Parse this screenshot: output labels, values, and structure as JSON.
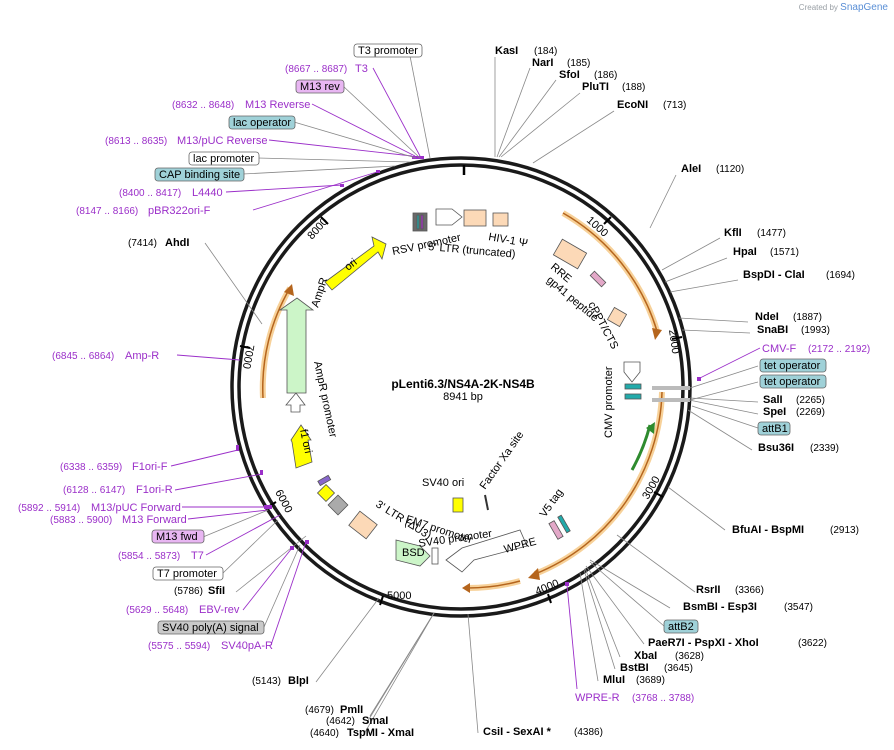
{
  "branding": {
    "created_by": "Created by",
    "product": "SnapGene"
  },
  "plasmid": {
    "name": "pLenti6.3/NS4A-2K-NS4B",
    "size": "8941 bp",
    "total_bp": 8941
  },
  "ticks": [
    "1000",
    "2000",
    "3000",
    "4000",
    "5000",
    "6000",
    "7000",
    "8000"
  ],
  "colors": {
    "backbone": "#1a1a1a",
    "primer": "#9b2fc9",
    "ltr": "#fcd9b7",
    "ori": "#ffff00",
    "ampr": "#ccf5c8",
    "cmv": "#ffffff",
    "orf_halo": "#f5c67f"
  },
  "enzymes": [
    {
      "name": "KasI",
      "pos": "(184)"
    },
    {
      "name": "NarI",
      "pos": "(185)"
    },
    {
      "name": "SfoI",
      "pos": "(186)"
    },
    {
      "name": "PluTI",
      "pos": "(188)"
    },
    {
      "name": "EcoNI",
      "pos": "(713)"
    },
    {
      "name": "AleI",
      "pos": "(1120)"
    },
    {
      "name": "KflI",
      "pos": "(1477)"
    },
    {
      "name": "HpaI",
      "pos": "(1571)"
    },
    {
      "name": "BspDI  - ClaI",
      "pos": "(1694)"
    },
    {
      "name": "NdeI",
      "pos": "(1887)"
    },
    {
      "name": "SnaBI",
      "pos": "(1993)"
    },
    {
      "name": "SalI",
      "pos": "(2265)"
    },
    {
      "name": "SpeI",
      "pos": "(2269)"
    },
    {
      "name": "Bsu36I",
      "pos": "(2339)"
    },
    {
      "name": "BfuAI  - BspMI",
      "pos": "(2913)"
    },
    {
      "name": "RsrII",
      "pos": "(3366)"
    },
    {
      "name": "BsmBI  - Esp3I",
      "pos": "(3547)"
    },
    {
      "name": "PaeR7I  - PspXI  - XhoI",
      "pos": "(3622)"
    },
    {
      "name": "XbaI",
      "pos": "(3628)"
    },
    {
      "name": "BstBI",
      "pos": "(3645)"
    },
    {
      "name": "MluI",
      "pos": "(3689)"
    },
    {
      "name": "CsiI  - SexAI *",
      "pos": "(4386)"
    },
    {
      "name": "PmlI",
      "pos": "(4679)"
    },
    {
      "name": "SmaI",
      "pos": "(4642)"
    },
    {
      "name": "TspMI  - XmaI",
      "pos": "(4640)"
    },
    {
      "name": "BlpI",
      "pos": "(5143)"
    },
    {
      "name": "SfiI",
      "pos": "(5786)"
    },
    {
      "name": "AhdI",
      "pos": "(7414)"
    }
  ],
  "primers": [
    {
      "name": "T3",
      "pos": "(8667 .. 8687)"
    },
    {
      "name": "M13 Reverse",
      "pos": "(8632 .. 8648)"
    },
    {
      "name": "M13/pUC Reverse",
      "pos": "(8613 .. 8635)"
    },
    {
      "name": "L4440",
      "pos": "(8400 .. 8417)"
    },
    {
      "name": "pBR322ori-F",
      "pos": "(8147 .. 8166)"
    },
    {
      "name": "Amp-R",
      "pos": "(6845 .. 6864)"
    },
    {
      "name": "F1ori-F",
      "pos": "(6338 .. 6359)"
    },
    {
      "name": "F1ori-R",
      "pos": "(6128 .. 6147)"
    },
    {
      "name": "M13/pUC Forward",
      "pos": "(5892 .. 5914)"
    },
    {
      "name": "M13 Forward",
      "pos": "(5883 .. 5900)"
    },
    {
      "name": "T7",
      "pos": "(5854 .. 5873)"
    },
    {
      "name": "EBV-rev",
      "pos": "(5629 .. 5648)"
    },
    {
      "name": "SV40pA-R",
      "pos": "(5575 .. 5594)"
    },
    {
      "name": "CMV-F",
      "pos": "(2172 .. 2192)"
    },
    {
      "name": "WPRE-R",
      "pos": "(3768 .. 3788)"
    }
  ],
  "boxed_features": [
    "T3 promoter",
    "M13 rev",
    "lac operator",
    "lac promoter",
    "CAP binding site",
    "tet operator",
    "tet operator",
    "attB1",
    "attB2",
    "M13 fwd",
    "T7 promoter",
    "SV40 poly(A) signal"
  ],
  "inner_features": [
    "RSV promoter",
    "5' LTR (truncated)",
    "HIV-1 Ψ",
    "RRE",
    "gp41 peptide",
    "cPPT/CTS",
    "CMV promoter",
    "V5 tag",
    "WPRE",
    "SV40 promoter",
    "EM7 promoter",
    "BSD",
    "3' LTR (ΔU3)",
    "SV40 ori",
    "Factor Xa site",
    "f1 ori",
    "AmpR promoter",
    "AmpR",
    "ori"
  ]
}
